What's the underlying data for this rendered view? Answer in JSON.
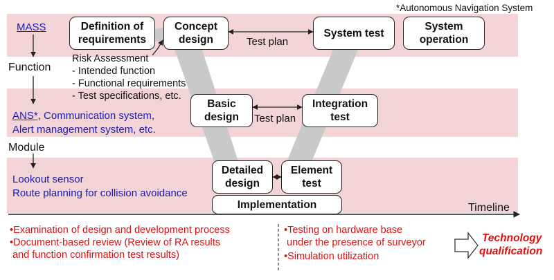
{
  "note": "*Autonomous Navigation System",
  "levels": {
    "function": "Function",
    "module": "Module"
  },
  "left": {
    "mass": "MASS",
    "ans": "ANS*",
    "ans_rest": ", Communication system,",
    "alert": "Alert management system, etc.",
    "lookout": "Lookout sensor",
    "route": "Route planning for collision avoidance"
  },
  "boxes": {
    "definition": "Definition of\nrequirements",
    "concept": "Concept\ndesign",
    "system_test": "System test",
    "system_operation": "System\noperation",
    "basic": "Basic\ndesign",
    "integration": "Integration\ntest",
    "detailed": "Detailed\ndesign",
    "element": "Element\ntest",
    "implementation": "Implementation"
  },
  "test_plan_1": "Test plan",
  "test_plan_2": "Test plan",
  "risk": {
    "title": "Risk Assessment",
    "items": [
      "- Intended function",
      "- Functional requirements",
      "- Test specifications, etc."
    ]
  },
  "timeline": "Timeline",
  "bottom_left": [
    "•Examination of design and development process",
    "•Document-based review (Review of RA results",
    " and function confirmation test results)"
  ],
  "bottom_right": [
    "•Testing on hardware base",
    " under the presence of surveyor",
    "•Simulation utilization"
  ],
  "qualification": {
    "line1": "Technology",
    "line2": "qualification"
  }
}
